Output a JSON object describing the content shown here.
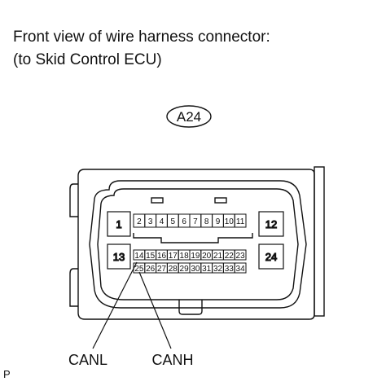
{
  "caption": {
    "line1": "Front view of wire harness connector:",
    "line2": "(to Skid Control ECU)"
  },
  "connector_code": "A24",
  "pins": {
    "left_top": "1",
    "left_bottom": "13",
    "right_top": "12",
    "right_bottom": "24",
    "row1": [
      "2",
      "3",
      "4",
      "5",
      "6",
      "7",
      "8",
      "9",
      "10",
      "11"
    ],
    "row2": [
      "14",
      "15",
      "16",
      "17",
      "18",
      "19",
      "20",
      "21",
      "22",
      "23"
    ],
    "row3": [
      "25",
      "26",
      "27",
      "28",
      "29",
      "30",
      "31",
      "32",
      "33",
      "34"
    ]
  },
  "signals": {
    "canl": "CANL",
    "canh": "CANH"
  },
  "corner_mark": "P"
}
